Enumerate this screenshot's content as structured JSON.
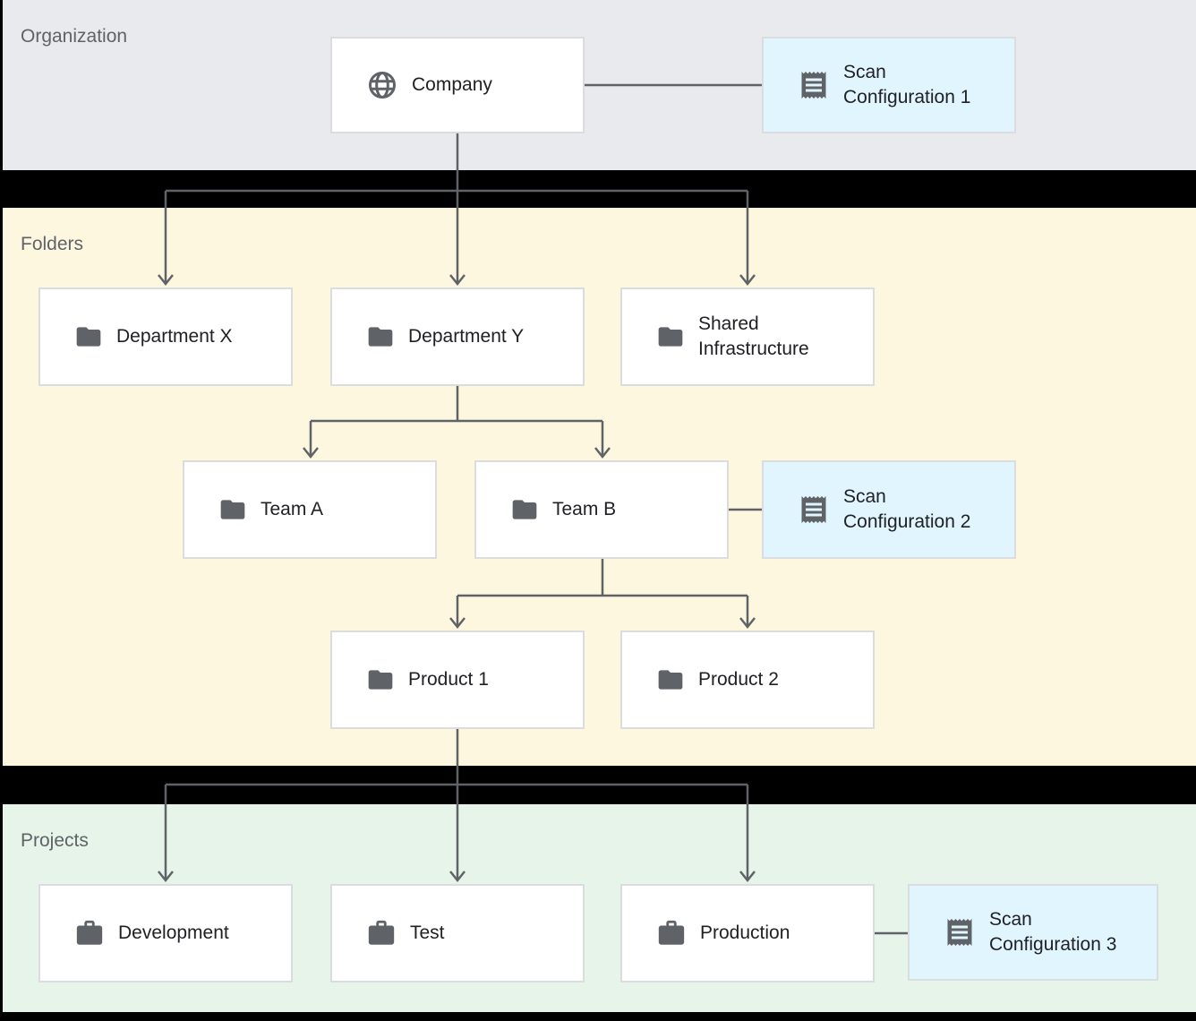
{
  "colors": {
    "background": "#000000",
    "band_organization": "#e8eaed",
    "band_folders": "#fef7e0",
    "band_projects": "#e6f4ea",
    "node_fill": "#ffffff",
    "scan_node_fill": "#e1f5fe",
    "node_border": "#dadce0",
    "connector": "#5f6368",
    "icon": "#5f6368",
    "section_label": "#5f6368",
    "node_text": "#202124"
  },
  "sections": {
    "organization": {
      "label": "Organization"
    },
    "folders": {
      "label": "Folders"
    },
    "projects": {
      "label": "Projects"
    }
  },
  "nodes": {
    "company": {
      "label": "Company",
      "icon": "globe-icon"
    },
    "scan_config_1": {
      "line1": "Scan",
      "line2": "Configuration 1",
      "icon": "receipt-icon"
    },
    "department_x": {
      "label": "Department X",
      "icon": "folder-icon"
    },
    "department_y": {
      "label": "Department Y",
      "icon": "folder-icon"
    },
    "shared_infrastructure": {
      "line1": "Shared",
      "line2": "Infrastructure",
      "icon": "folder-icon"
    },
    "team_a": {
      "label": "Team A",
      "icon": "folder-icon"
    },
    "team_b": {
      "label": "Team B",
      "icon": "folder-icon"
    },
    "scan_config_2": {
      "line1": "Scan",
      "line2": "Configuration 2",
      "icon": "receipt-icon"
    },
    "product_1": {
      "label": "Product 1",
      "icon": "folder-icon"
    },
    "product_2": {
      "label": "Product 2",
      "icon": "folder-icon"
    },
    "development": {
      "label": "Development",
      "icon": "briefcase-icon"
    },
    "test": {
      "label": "Test",
      "icon": "briefcase-icon"
    },
    "production": {
      "label": "Production",
      "icon": "briefcase-icon"
    },
    "scan_config_3": {
      "line1": "Scan",
      "line2": "Configuration 3",
      "icon": "receipt-icon"
    }
  }
}
